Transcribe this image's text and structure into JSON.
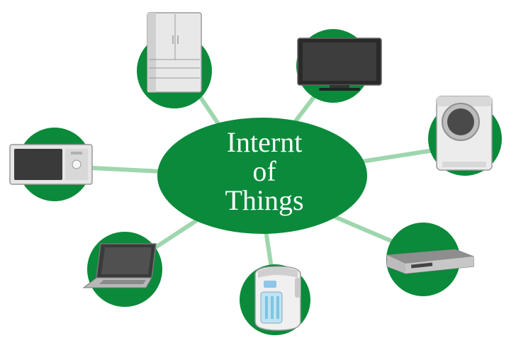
{
  "center": {
    "line1": "Internt",
    "line2": "of",
    "line3": "Things"
  },
  "colors": {
    "hub_green": "#0a8a3a",
    "connector": "#9ed6ad",
    "background": "#ffffff"
  },
  "devices": [
    {
      "icon": "refrigerator-icon"
    },
    {
      "icon": "flat-tv-icon"
    },
    {
      "icon": "washing-machine-icon"
    },
    {
      "icon": "dvd-recorder-icon"
    },
    {
      "icon": "electric-kettle-icon"
    },
    {
      "icon": "laptop-icon"
    },
    {
      "icon": "microwave-icon"
    }
  ]
}
